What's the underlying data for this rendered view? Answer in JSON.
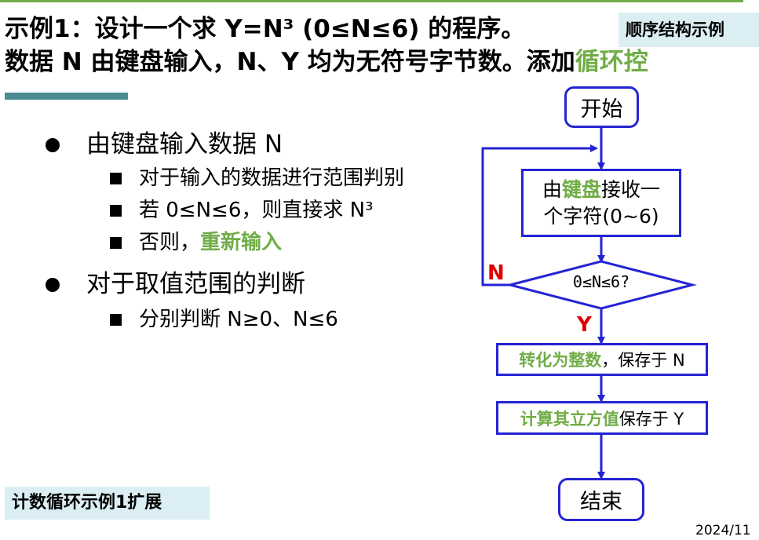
{
  "title": {
    "line1": "示例1：设计一个求 Y=N³ (0≤N≤6) 的程序。",
    "line2_a": "数据 N 由键盘输入，N、Y 均为无符号字节数。添加",
    "line2_b": "循环控"
  },
  "tag": "顺序结构示例",
  "bullets": [
    {
      "text": "由键盘输入数据 N",
      "sub": [
        {
          "a": "对于输入的数据进行范围判别",
          "b": ""
        },
        {
          "a": "若 0≤N≤6，则直接求 N³",
          "b": ""
        },
        {
          "a": "否则，",
          "b": "重新输入"
        }
      ]
    },
    {
      "text": "对于取值范围的判断",
      "sub": [
        {
          "a": "分别判断 N≥0、N≤6",
          "b": ""
        }
      ]
    }
  ],
  "footer_tag": "计数循环示例1扩展",
  "date": "2024/11",
  "flow": {
    "start": "开始",
    "input_a": "由",
    "input_b": "键盘",
    "input_c": "接收一",
    "input_d": "个字符(0~6)",
    "decision": "0≤N≤6?",
    "no_label": "N",
    "yes_label": "Y",
    "convert_a": "转化为整数",
    "convert_b": "，保存于 N",
    "compute_a": "计算其立方值",
    "compute_b": "保存于 Y",
    "end": "结束"
  },
  "colors": {
    "accent_green": "#70ad47",
    "flow_blue": "#2424d4",
    "label_red": "#e00000",
    "tag_bg": "#dbeef3",
    "bar_teal": "#4a8c8f"
  }
}
